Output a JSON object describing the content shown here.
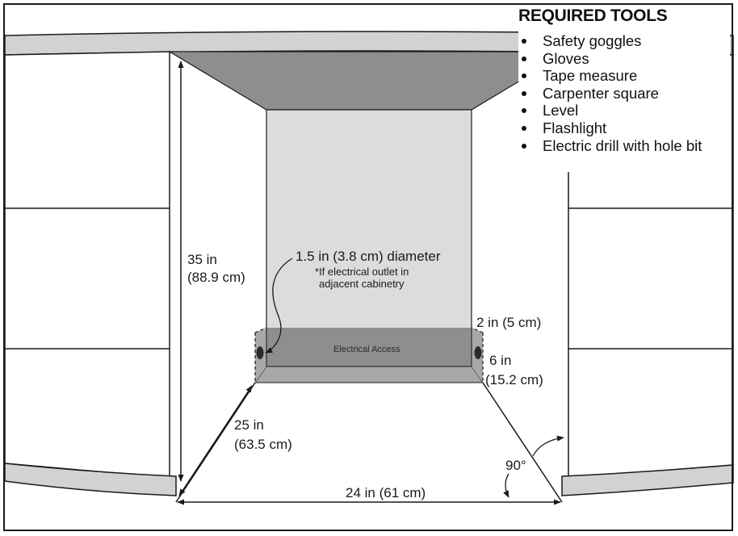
{
  "required_tools": {
    "title": "REQUIRED TOOLS",
    "items": [
      "Safety goggles",
      "Gloves",
      "Tape measure",
      "Carpenter square",
      "Level",
      "Flashlight",
      "Electric drill with hole bit"
    ]
  },
  "dimensions": {
    "height_in": "35 in",
    "height_cm": "(88.9 cm)",
    "depth_in": "25 in",
    "depth_cm": "(63.5 cm)",
    "width": "24 in (61 cm)",
    "hole_diameter": "1.5 in (3.8 cm) diameter",
    "hole_note_line1": "*If electrical outlet in",
    "hole_note_line2": "adjacent cabinetry",
    "access_height": "2 in (5 cm)",
    "access_depth_in": "6 in",
    "access_depth_cm": "(15.2 cm)",
    "angle": "90°"
  },
  "labels": {
    "electrical_access": "Electrical Access"
  }
}
